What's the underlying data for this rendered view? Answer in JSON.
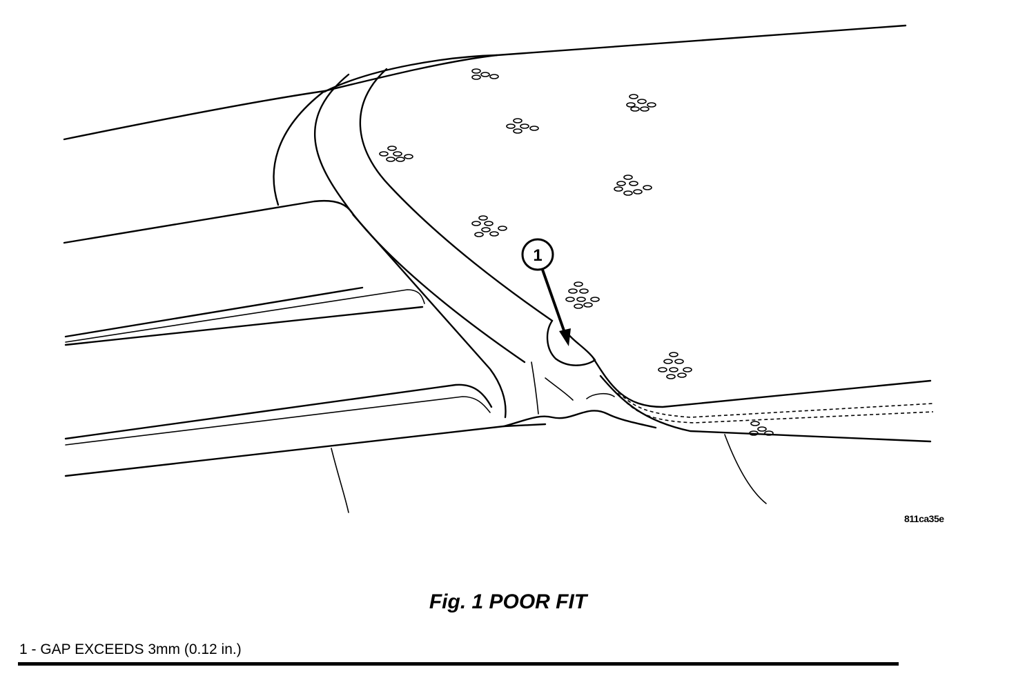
{
  "figure": {
    "caption": "Fig.  1 POOR FIT",
    "image_code": "811ca35e",
    "callout_number": "1"
  },
  "legend": [
    {
      "text": "1 - GAP EXCEEDS 3mm (0.12 in.)"
    }
  ]
}
